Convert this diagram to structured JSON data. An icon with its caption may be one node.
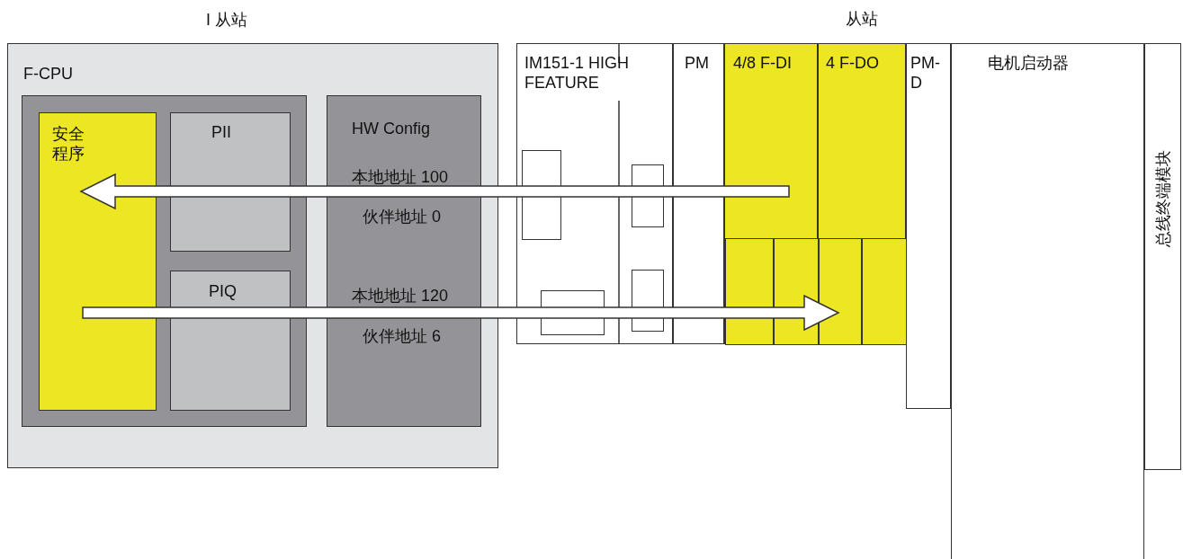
{
  "diagram": {
    "nodes": [
      {
        "text": [
          "I 从站",
          "F-CPU"
        ]
      },
      {
        "text": [],
        "shape": "box",
        "in": 0
      },
      {
        "text": [
          "安全程序"
        ],
        "in": 1
      },
      {
        "text": [
          "PII"
        ],
        "in": 1
      },
      {
        "text": [
          "PIQ"
        ],
        "in": 1
      },
      {
        "text": [
          "HW Config",
          "本地地址 100",
          "伙伴地址 0",
          "本地地址 120",
          "伙伴地址 6"
        ],
        "in": 0
      },
      {
        "text": [
          "IM151-1 HIGH FEATURE"
        ]
      },
      {
        "text": [],
        "shape": "box",
        "in": 6
      },
      {
        "text": [],
        "shape": "box",
        "in": 6
      },
      {
        "text": [],
        "shape": "box",
        "in": 6
      },
      {
        "text": [],
        "shape": "box",
        "in": 6
      },
      {
        "text": [
          "PM"
        ]
      },
      {
        "text": [
          "4/8 F-DI"
        ]
      },
      {
        "text": [],
        "shape": "box",
        "in": 12
      },
      {
        "text": [],
        "shape": "box",
        "in": 12
      },
      {
        "text": [
          "4 F-DO"
        ]
      },
      {
        "text": [],
        "shape": "box",
        "in": 15
      },
      {
        "text": [],
        "shape": "box",
        "in": 15
      },
      {
        "text": [
          "PM-D"
        ]
      },
      {
        "text": [
          "电机启动器"
        ]
      },
      {
        "text": [
          "总线终端模块"
        ]
      }
    ],
    "edges": [
      {
        "from": 12,
        "to": 2,
        "arrow": "to"
      },
      {
        "from": 2,
        "to": 16,
        "arrow": "to"
      }
    ],
    "labels": [
      "从站"
    ]
  }
}
